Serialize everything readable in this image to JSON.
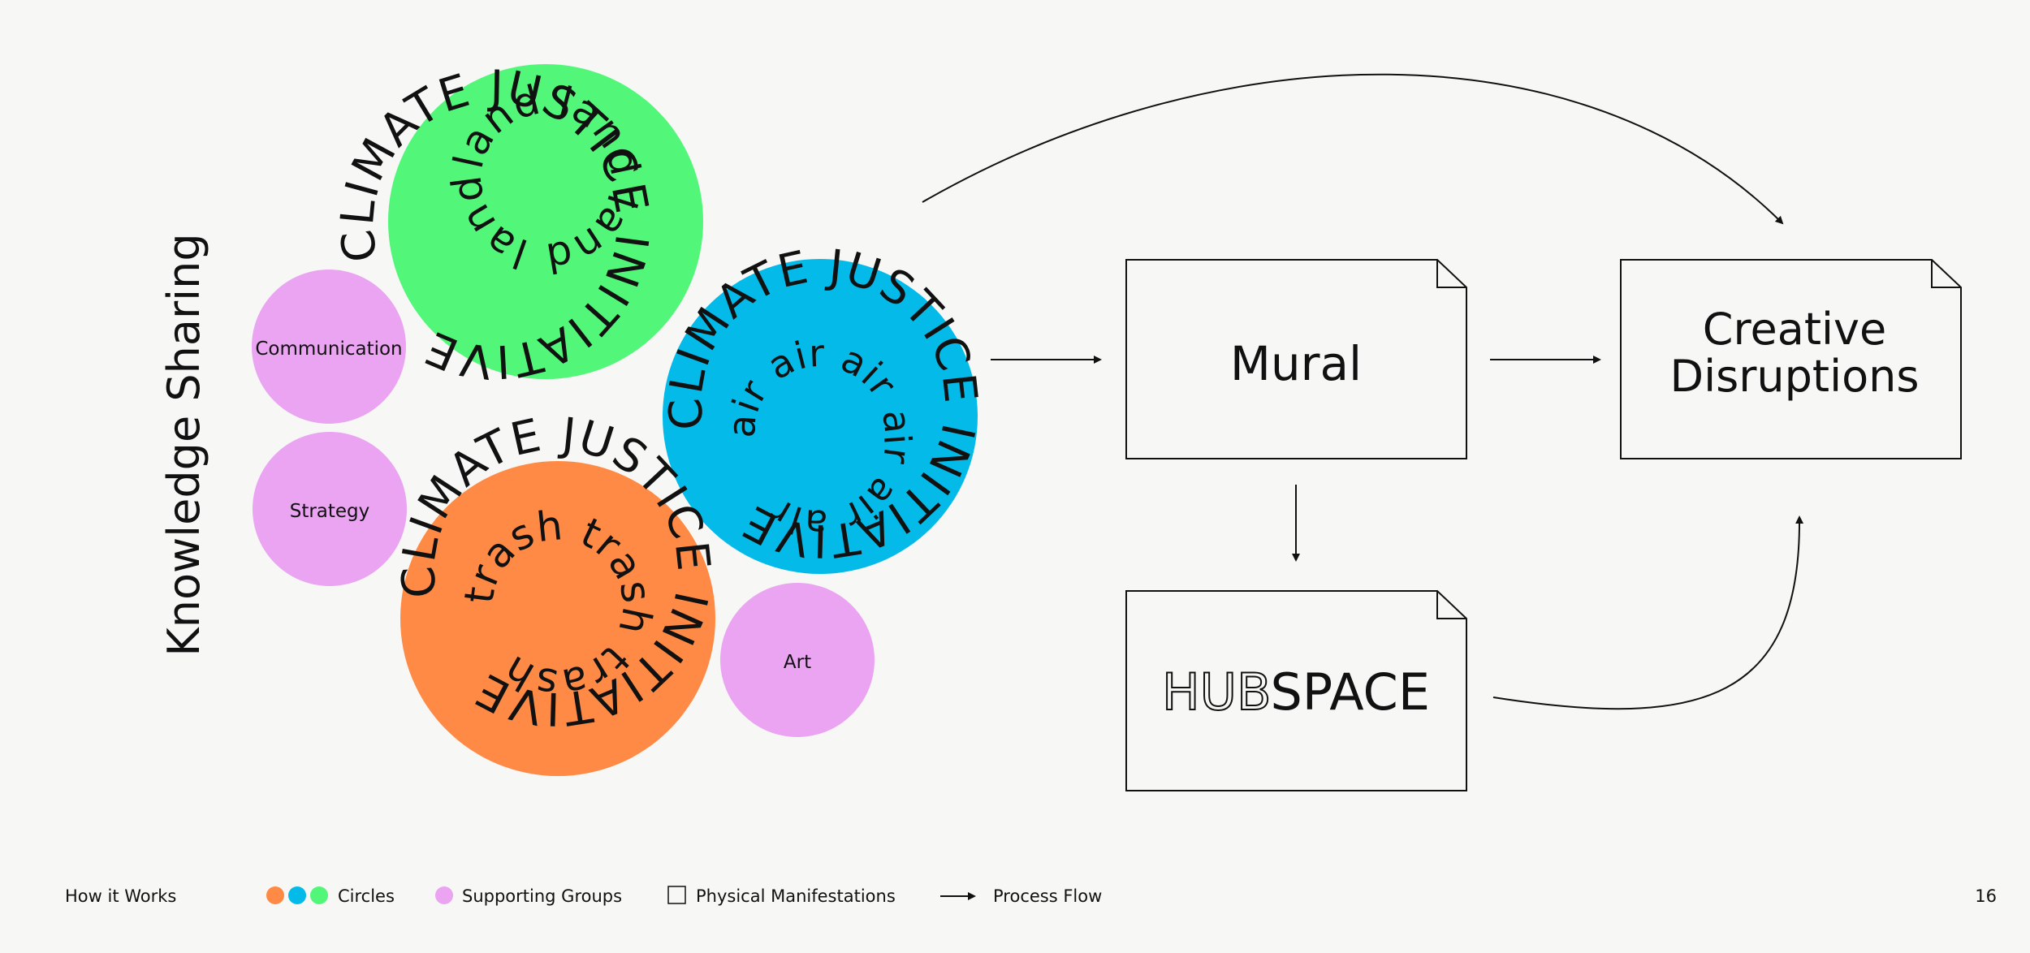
{
  "side_title": "Knowledge Sharing",
  "circles": [
    {
      "ring_text": "CLIMATE JUSTICE INITIATIVE",
      "inner_text": "land land land land",
      "color": "#52f77a"
    },
    {
      "ring_text": "CLIMATE JUSTICE INITIATIVE",
      "inner_text": "air air air air air air",
      "color": "#04bae8"
    },
    {
      "ring_text": "CLIMATE JUSTICE INITIATIVE",
      "inner_text": "trash trash trash",
      "color": "#ff8a45"
    }
  ],
  "supporting_groups": [
    {
      "label": "Communication",
      "color": "#eaa4f2"
    },
    {
      "label": "Strategy",
      "color": "#eaa4f2"
    },
    {
      "label": "Art",
      "color": "#eaa4f2"
    }
  ],
  "manifestations": {
    "mural": "Mural",
    "creative_line1": "Creative",
    "creative_line2": "Disruptions",
    "hub_part1": "HUB",
    "hub_part2": "SPACE"
  },
  "footer": {
    "section": "How it Works",
    "legend": [
      {
        "label": "Circles",
        "colors": [
          "#ff8a45",
          "#04bae8",
          "#52f77a"
        ]
      },
      {
        "label": "Supporting Groups",
        "colors": [
          "#eaa4f2"
        ]
      },
      {
        "label": "Physical Manifestations",
        "colors": []
      },
      {
        "label": "Process Flow",
        "colors": []
      }
    ],
    "page_number": "16"
  }
}
